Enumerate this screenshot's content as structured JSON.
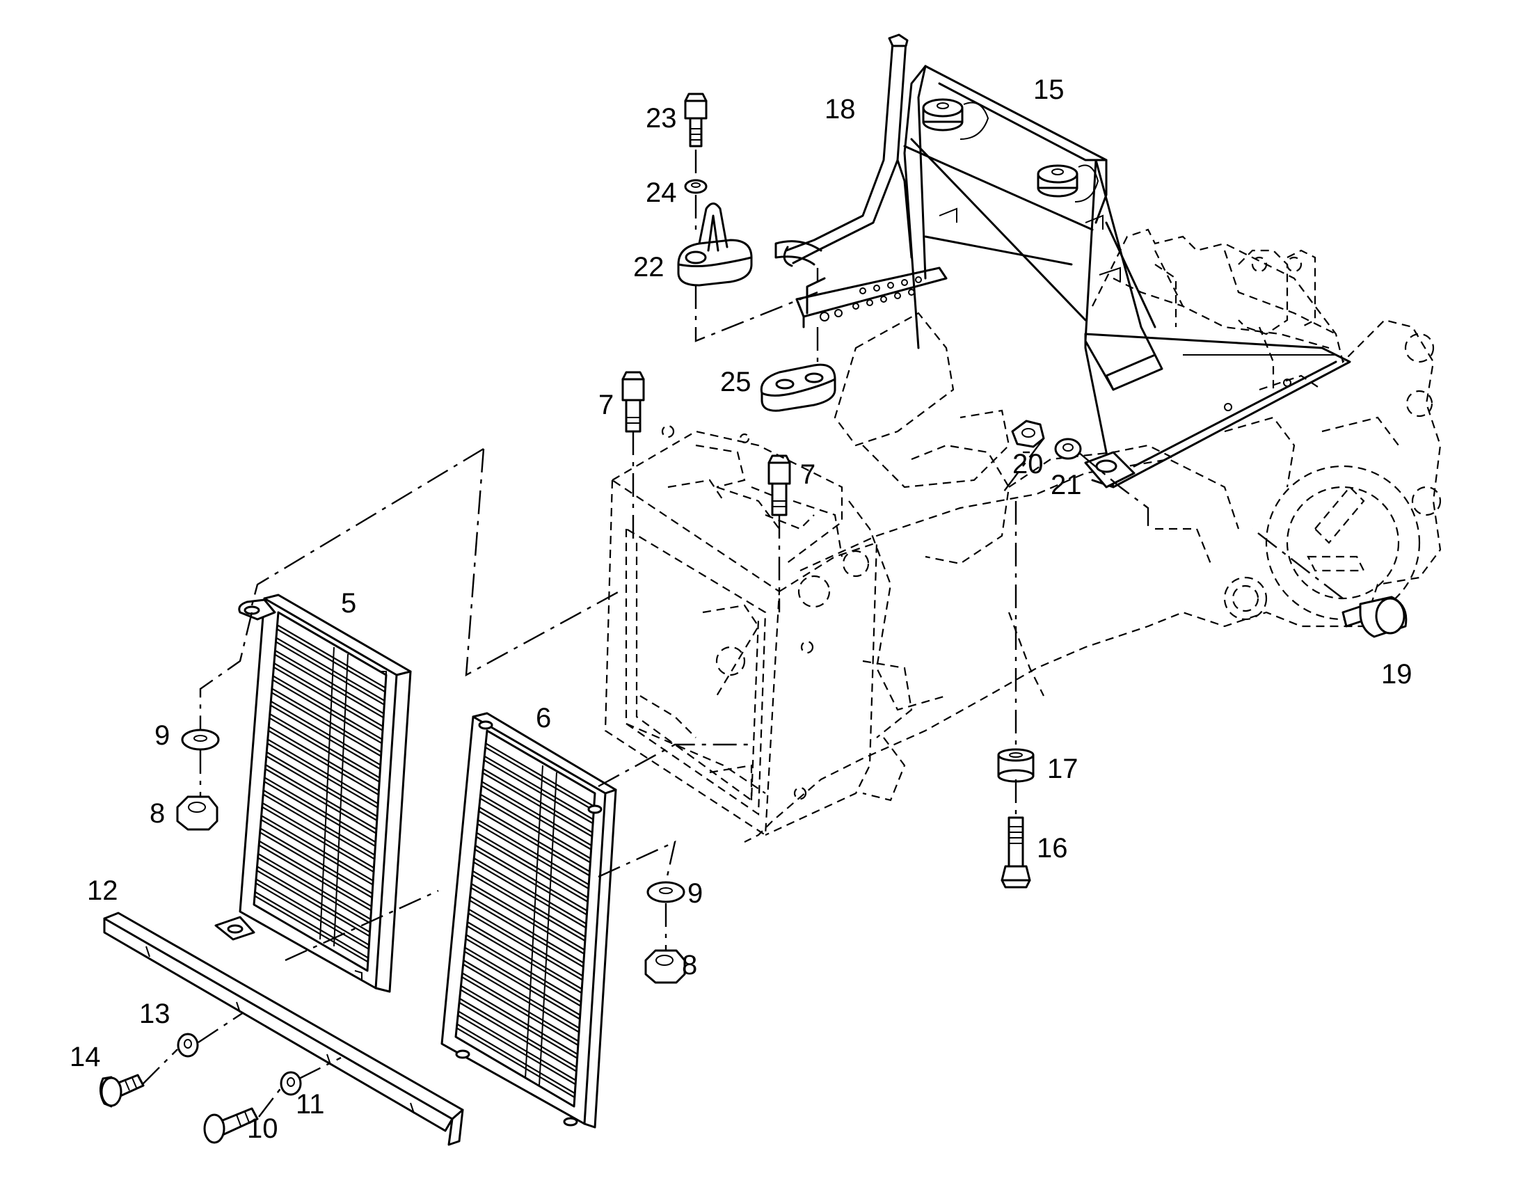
{
  "callouts": [
    {
      "id": "c5",
      "label": "5"
    },
    {
      "id": "c6",
      "label": "6"
    },
    {
      "id": "c7a",
      "label": "7"
    },
    {
      "id": "c7b",
      "label": "7"
    },
    {
      "id": "c8a",
      "label": "8"
    },
    {
      "id": "c8b",
      "label": "8"
    },
    {
      "id": "c9a",
      "label": "9"
    },
    {
      "id": "c9b",
      "label": "9"
    },
    {
      "id": "c10",
      "label": "10"
    },
    {
      "id": "c11",
      "label": "11"
    },
    {
      "id": "c12",
      "label": "12"
    },
    {
      "id": "c13",
      "label": "13"
    },
    {
      "id": "c14",
      "label": "14"
    },
    {
      "id": "c15",
      "label": "15"
    },
    {
      "id": "c16",
      "label": "16"
    },
    {
      "id": "c17",
      "label": "17"
    },
    {
      "id": "c18",
      "label": "18"
    },
    {
      "id": "c19",
      "label": "19"
    },
    {
      "id": "c20",
      "label": "20"
    },
    {
      "id": "c21",
      "label": "21"
    },
    {
      "id": "c22",
      "label": "22"
    },
    {
      "id": "c23",
      "label": "23"
    },
    {
      "id": "c24",
      "label": "24"
    },
    {
      "id": "c25",
      "label": "25"
    }
  ],
  "colors": {
    "line": "#000000",
    "background": "#ffffff"
  }
}
